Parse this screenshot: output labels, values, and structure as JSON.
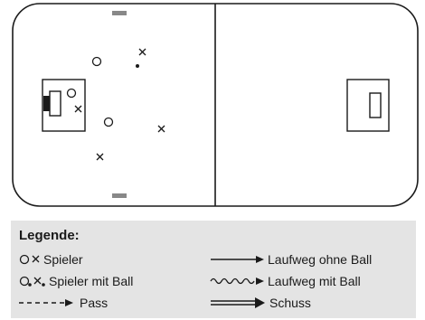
{
  "legend": {
    "title": "Legende:",
    "player": "Spieler",
    "player_with_ball": "Spieler mit Ball",
    "pass": "Pass",
    "run_without_ball": "Laufweg ohne Ball",
    "run_with_ball": "Laufweg mit Ball",
    "shot": "Schuss"
  },
  "colors": {
    "lines": "#1a1a1a",
    "legend_background": "#e4e4e4",
    "substitution_marks": "#888888"
  },
  "icons": {
    "player_circle": "circle",
    "player_cross": "cross",
    "ball": "dot",
    "goal": "filled-rectangle"
  }
}
